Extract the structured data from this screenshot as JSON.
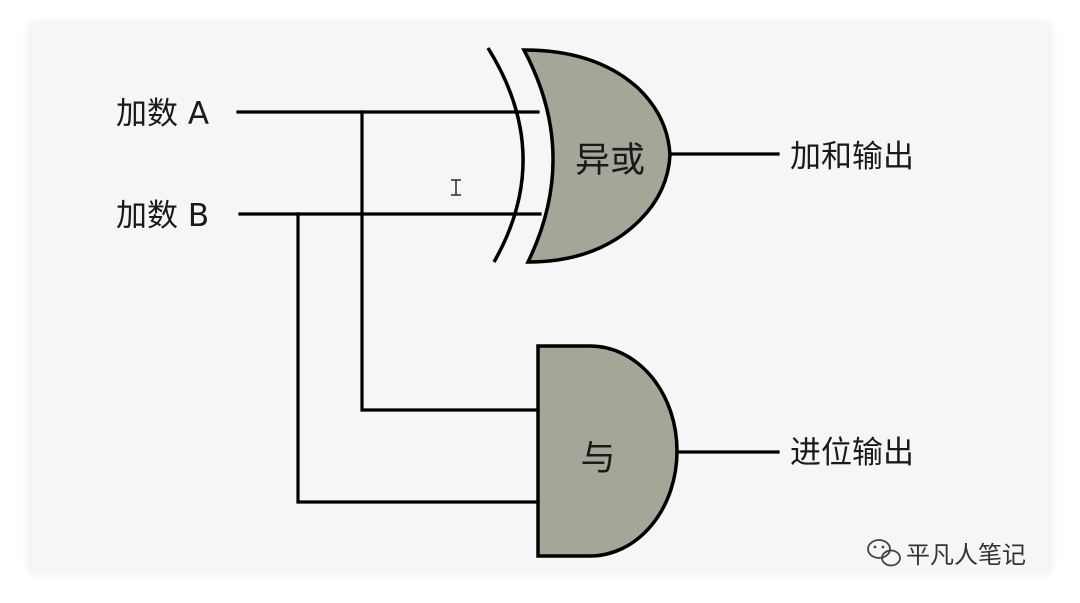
{
  "inputs": {
    "a_label": "加数 A",
    "b_label": "加数 B"
  },
  "gates": {
    "xor_label": "异或",
    "and_label": "与"
  },
  "outputs": {
    "sum_label": "加和输出",
    "carry_label": "进位输出"
  },
  "cursor_icon": "text-cursor-icon",
  "watermark": {
    "text": "平凡人笔记",
    "icon": "wechat-icon"
  },
  "colors": {
    "gate_fill": "#a5a598",
    "wire": "#000000",
    "background": "#f6f6f6"
  }
}
